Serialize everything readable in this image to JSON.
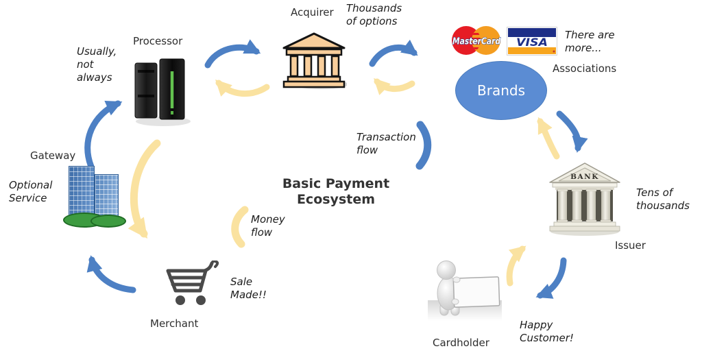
{
  "title": "Basic Payment\nEcosystem",
  "legend": {
    "transaction_label": "Transaction\nflow",
    "money_label": "Money\nflow"
  },
  "nodes": {
    "processor": {
      "label": "Processor",
      "note": "Usually,\nnot\nalways"
    },
    "acquirer": {
      "label": "Acquirer",
      "note": "Thousands\nof options"
    },
    "brands": {
      "label": "Brands",
      "note": "There are\nmore...",
      "group_label": "Associations"
    },
    "issuer": {
      "label": "Issuer",
      "note": "Tens of\nthousands",
      "building_sign": "BANK"
    },
    "cardholder": {
      "label": "Cardholder",
      "note": "Happy\nCustomer!"
    },
    "merchant": {
      "label": "Merchant",
      "note": "Sale\nMade!!"
    },
    "gateway": {
      "label": "Gateway",
      "note": "Optional\nService"
    }
  },
  "logos": {
    "mastercard": "MasterCard",
    "visa": "VISA"
  },
  "colors": {
    "flow_blue": "#4D80C4",
    "flow_yellow": "#FAE2A0",
    "brands_blue": "#5B8CD3",
    "mastercard_red": "#E61C24",
    "mastercard_orange": "#F49D20",
    "visa_navy": "#1D2E87",
    "visa_orange": "#F7A51D"
  }
}
